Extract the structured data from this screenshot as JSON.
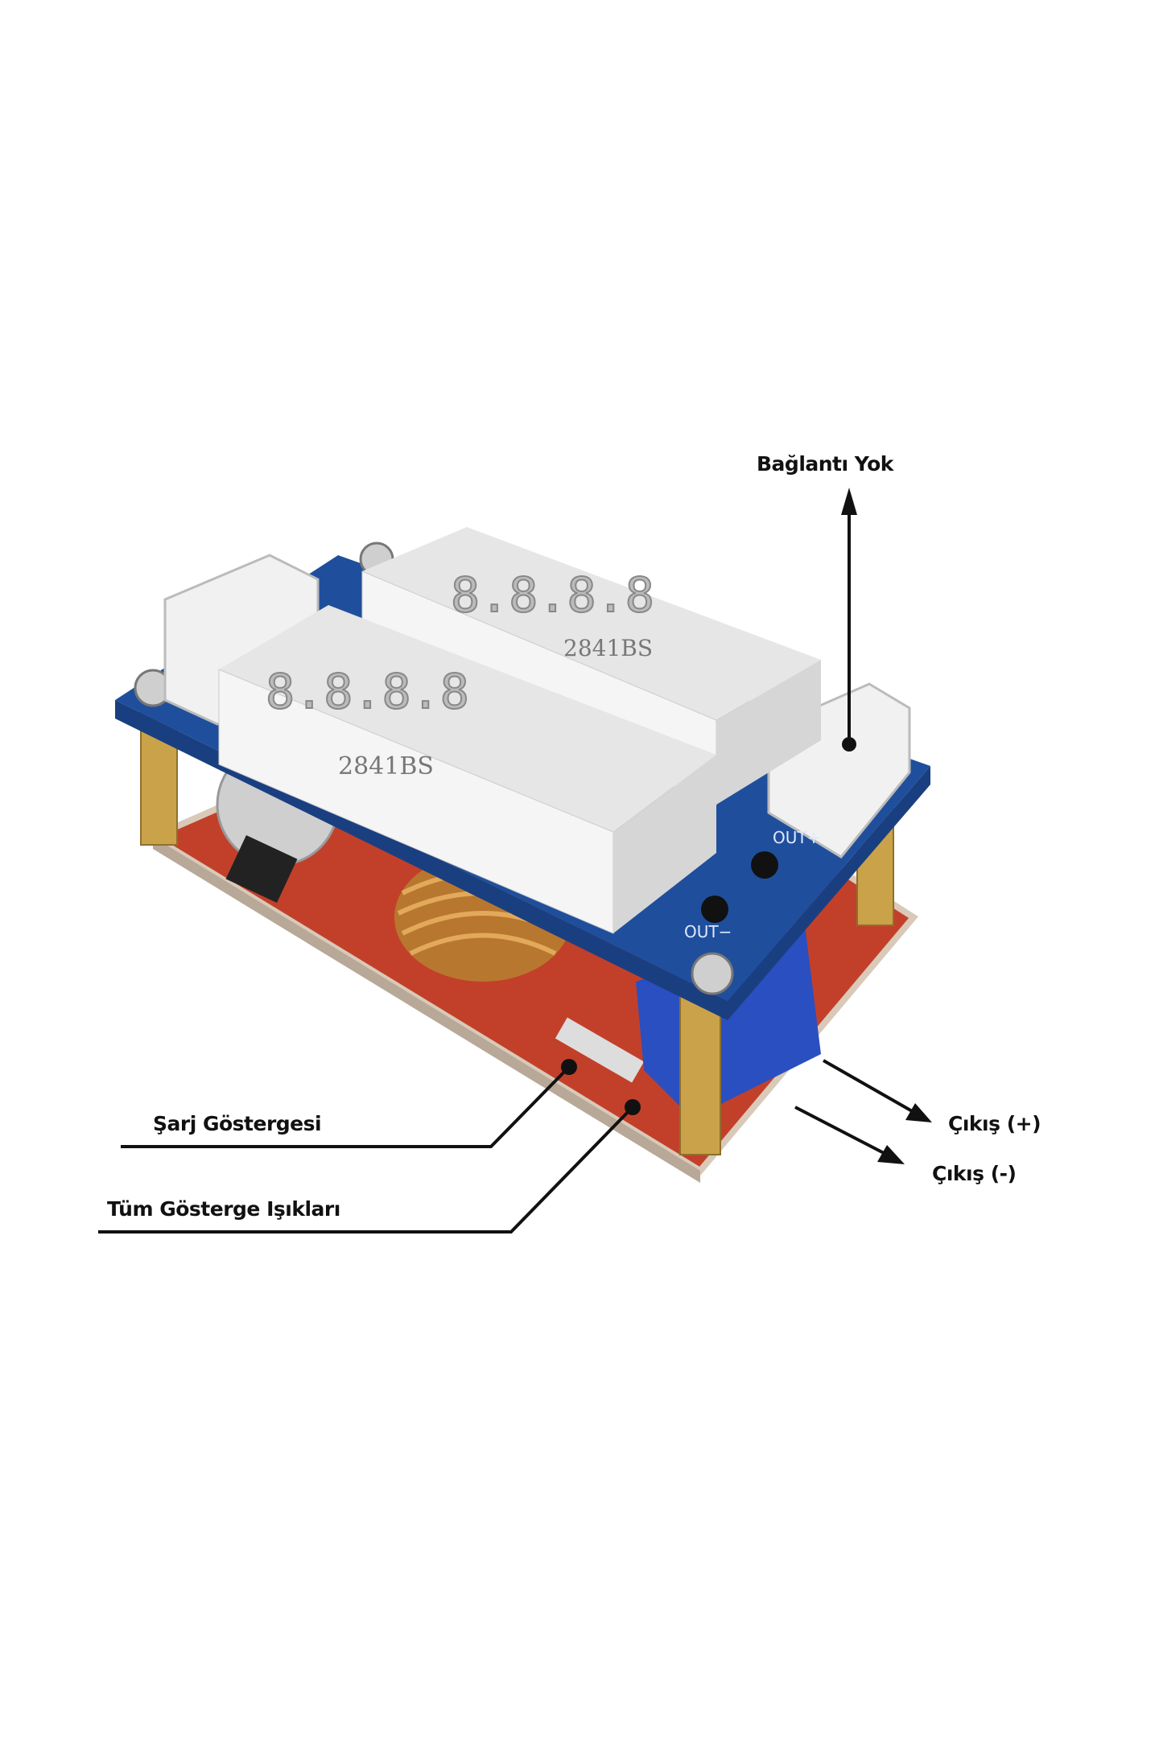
{
  "labels": {
    "no_connection": "Bağlantı Yok",
    "charge_indicator": "Şarj Göstergesi",
    "all_indicator_lights": "Tüm Gösterge Işıkları",
    "output_plus": "Çıkış (+)",
    "output_minus": "Çıkış (-)"
  },
  "board": {
    "display_model_front": "2841BS",
    "display_model_back": "2841BS",
    "display_digits": "8.8.8.8",
    "silk_out_plus": "OUT+",
    "silk_out_minus": "OUT−"
  },
  "colors": {
    "pcb_blue": "#1f4f9c",
    "pcb_red": "#c2402a",
    "terminal_blue": "#2a4fc0",
    "brass": "#c9a24a"
  }
}
